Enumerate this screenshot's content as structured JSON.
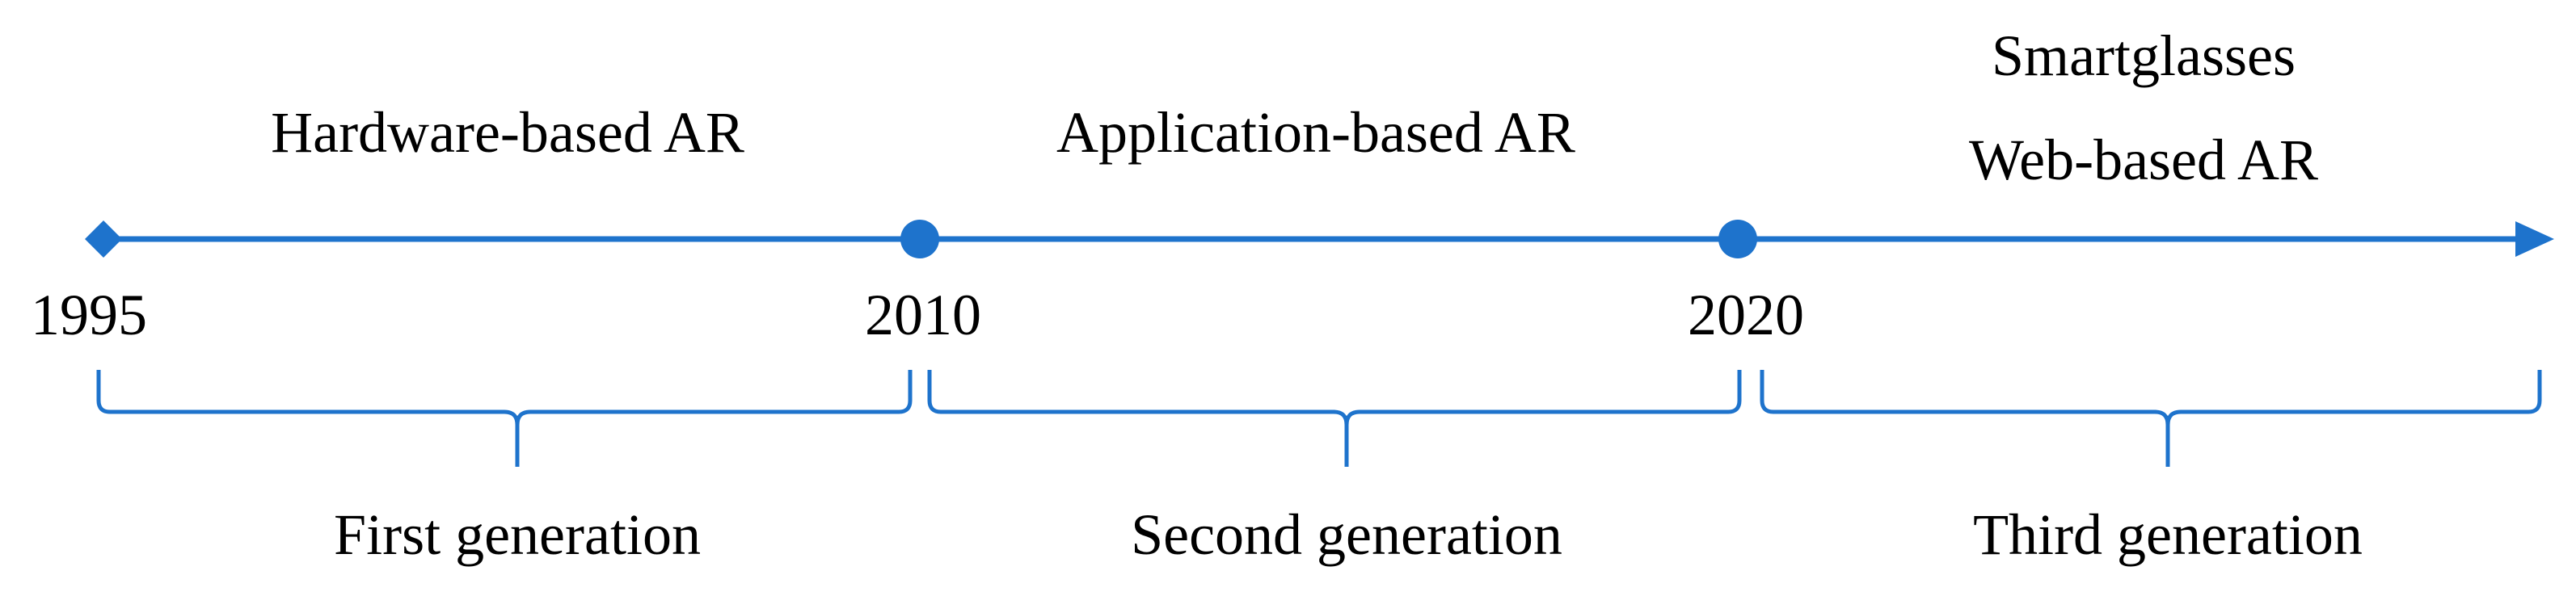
{
  "timeline": {
    "years": [
      "1995",
      "2010",
      "2020"
    ],
    "eras": {
      "hardware": "Hardware-based AR",
      "application": "Application-based AR",
      "smartglasses": "Smartglasses",
      "web": "Web-based AR"
    },
    "generations": [
      "First generation",
      "Second generation",
      "Third generation"
    ],
    "color": "#1E73CC"
  }
}
